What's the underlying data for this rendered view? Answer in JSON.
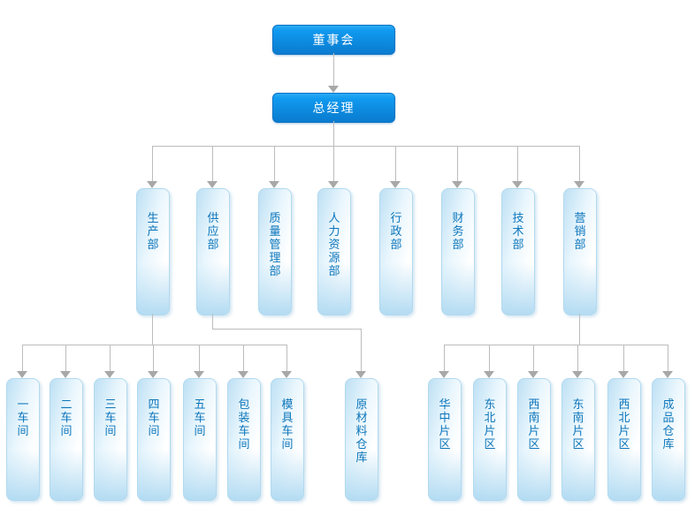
{
  "org_chart": {
    "board": {
      "label": "董事会"
    },
    "general_manager": {
      "label": "总经理"
    },
    "departments": [
      {
        "label": "生产部"
      },
      {
        "label": "供应部"
      },
      {
        "label": "质量管理部"
      },
      {
        "label": "人力资源部"
      },
      {
        "label": "行政部"
      },
      {
        "label": "财务部"
      },
      {
        "label": "技术部"
      },
      {
        "label": "营销部"
      }
    ],
    "production_children": [
      {
        "label": "一车间"
      },
      {
        "label": "二车间"
      },
      {
        "label": "三车间"
      },
      {
        "label": "四车间"
      },
      {
        "label": "五车间"
      },
      {
        "label": "包装车间"
      },
      {
        "label": "模具车间"
      }
    ],
    "supply_children": [
      {
        "label": "原材料仓库"
      }
    ],
    "marketing_children": [
      {
        "label": "华中片区"
      },
      {
        "label": "东北片区"
      },
      {
        "label": "西南片区"
      },
      {
        "label": "东南片区"
      },
      {
        "label": "西北片区"
      },
      {
        "label": "成品仓库"
      }
    ],
    "colors": {
      "node_blue_top": "#2baaf4",
      "node_blue_bottom": "#0b7ccf",
      "node_light_fill": "#bde0f4",
      "node_light_border": "#b2d9ef",
      "node_text_blue": "#0d76bb",
      "node_text_white": "#ffffff",
      "connector_gray": "#bcbcbc",
      "arrowhead_gray": "#a8a8a8"
    }
  }
}
